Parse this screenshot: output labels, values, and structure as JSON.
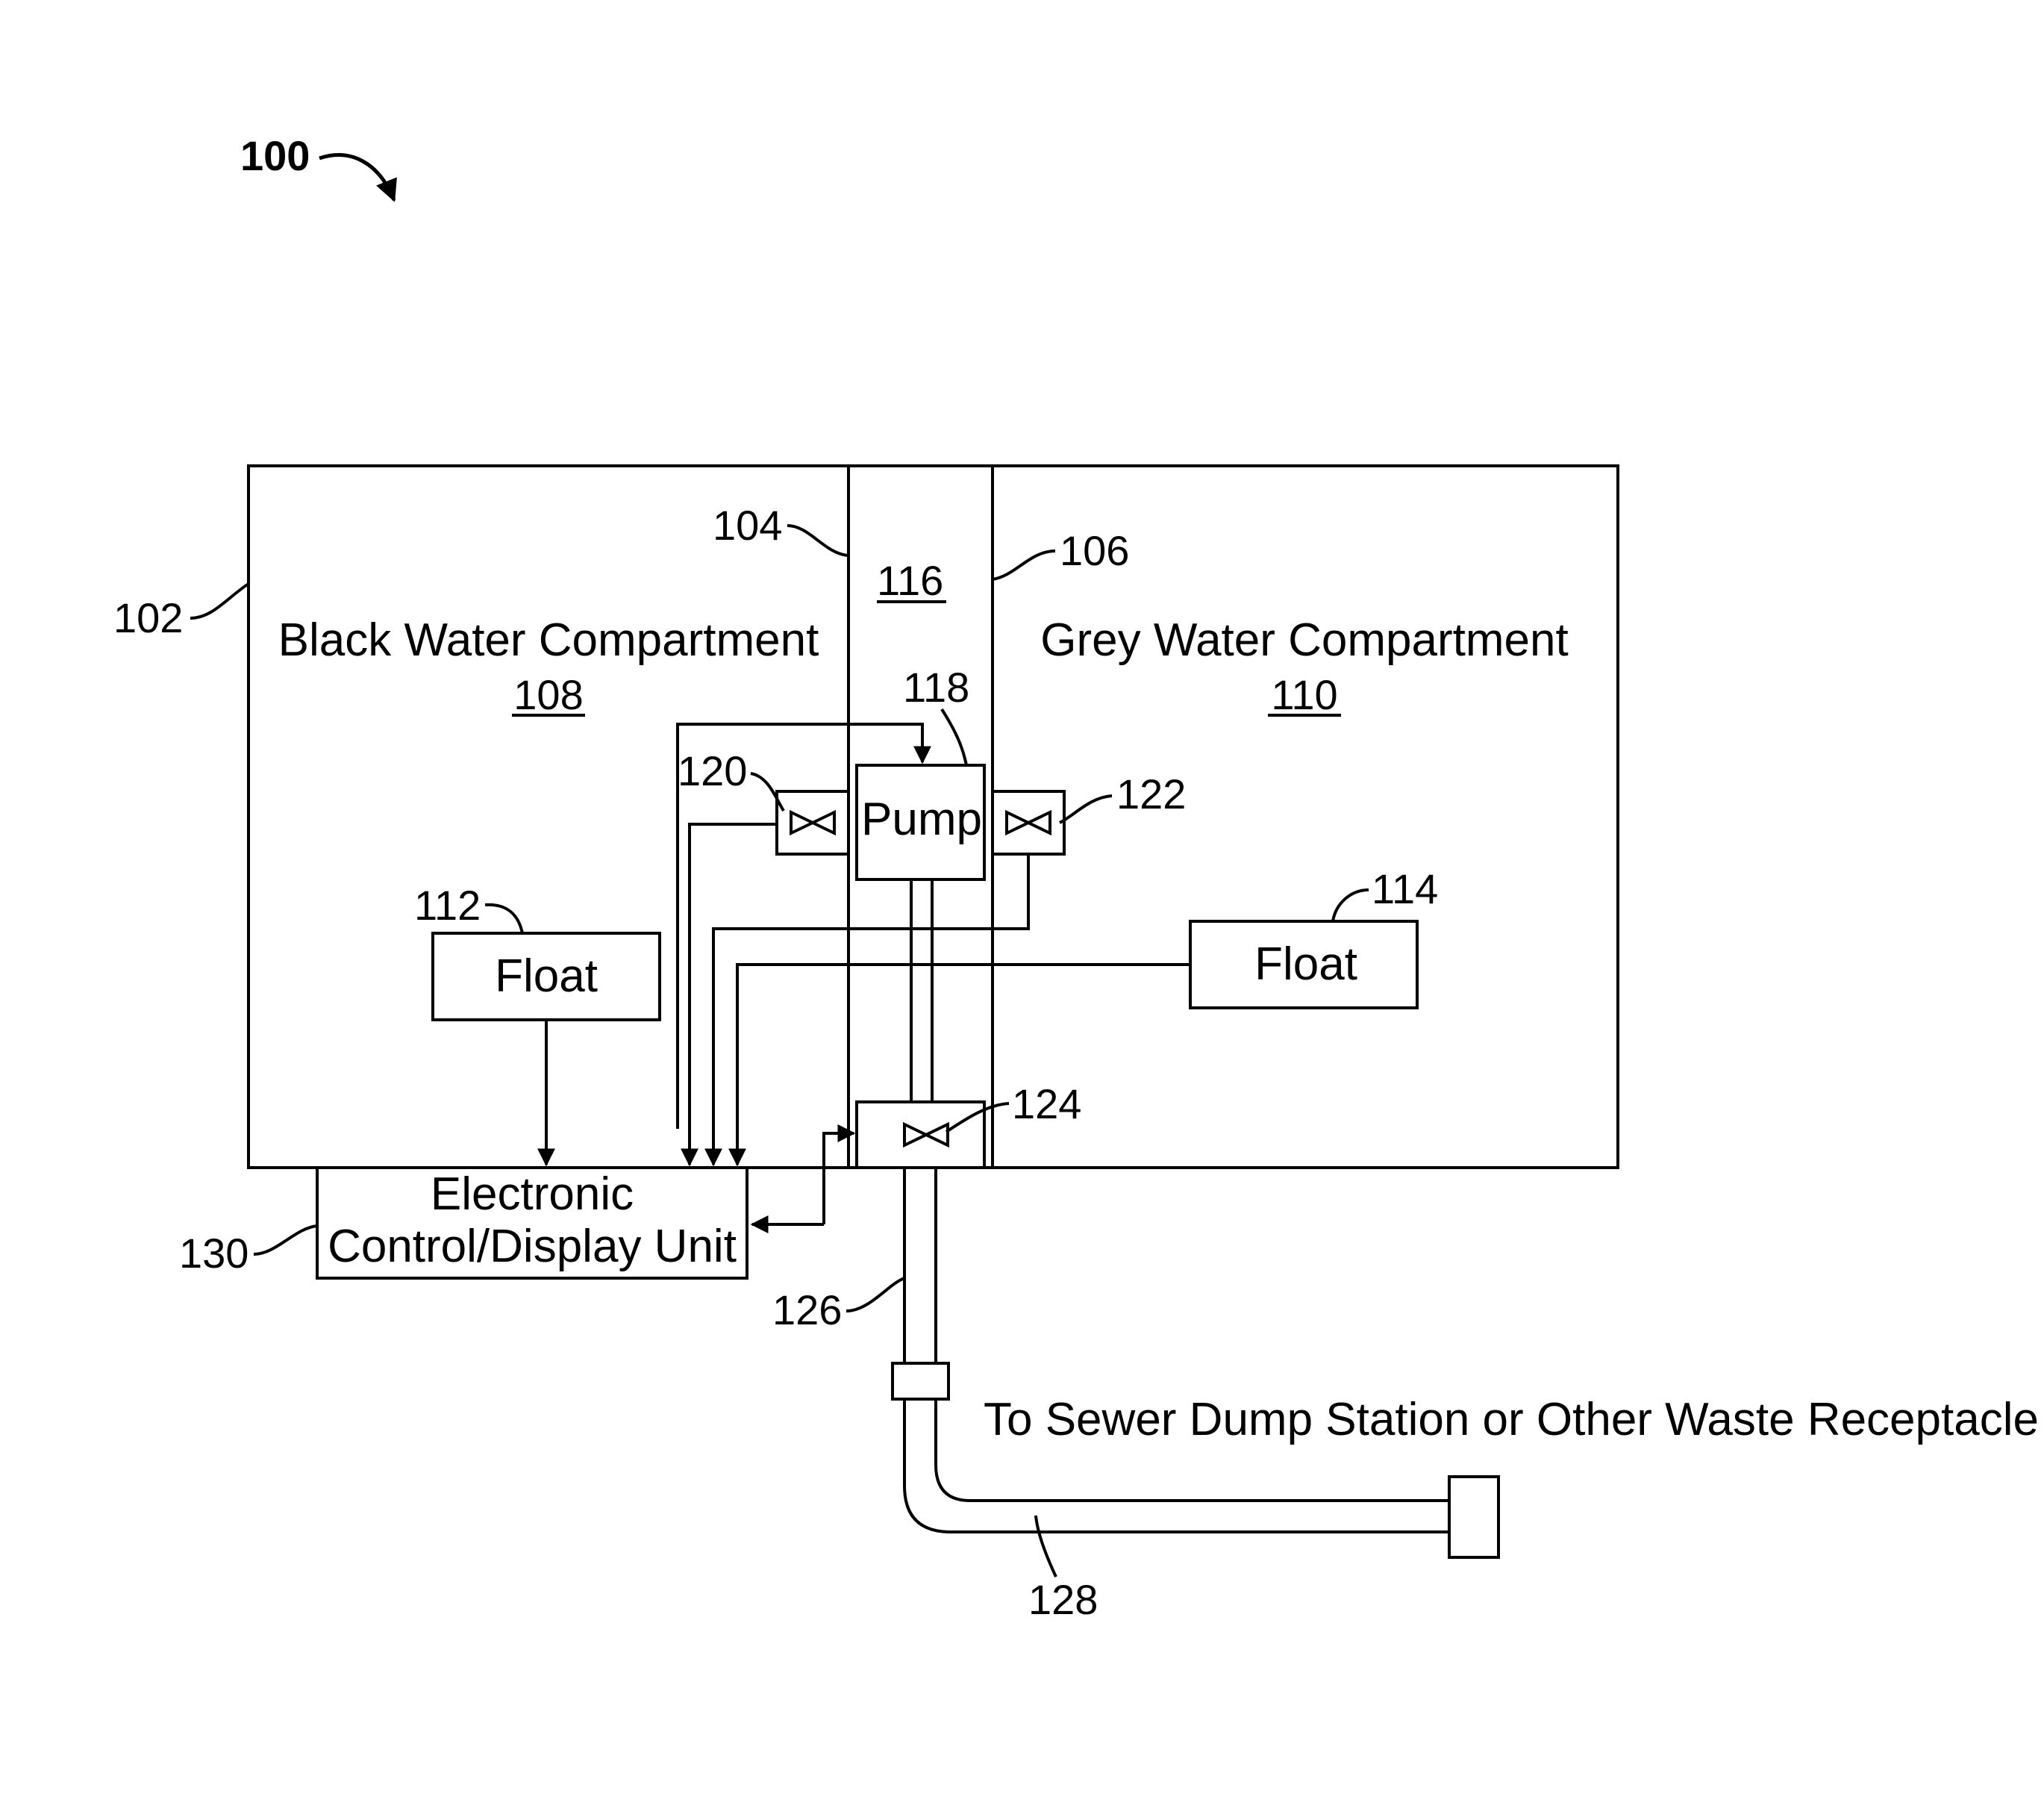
{
  "figure": {
    "number": "100",
    "tank": {
      "ref": "102"
    },
    "wall_left": {
      "ref": "104"
    },
    "wall_right": {
      "ref": "106"
    },
    "channel": {
      "ref": "116"
    },
    "black_compartment": {
      "label": "Black Water Compartment",
      "ref": "108"
    },
    "grey_compartment": {
      "label": "Grey Water Compartment",
      "ref": "110"
    },
    "pump": {
      "label": "Pump",
      "ref": "118"
    },
    "valve_left": {
      "ref": "120"
    },
    "valve_right": {
      "ref": "122"
    },
    "valve_bottom": {
      "ref": "124"
    },
    "float_left": {
      "label": "Float",
      "ref": "112"
    },
    "float_right": {
      "label": "Float",
      "ref": "114"
    },
    "control_unit": {
      "label_line1": "Electronic",
      "label_line2": "Control/Display Unit",
      "ref": "130"
    },
    "pipe": {
      "ref": "126"
    },
    "hose": {
      "ref": "128"
    },
    "outlet_caption": "To Sewer Dump Station or Other Waste Receptacle"
  }
}
